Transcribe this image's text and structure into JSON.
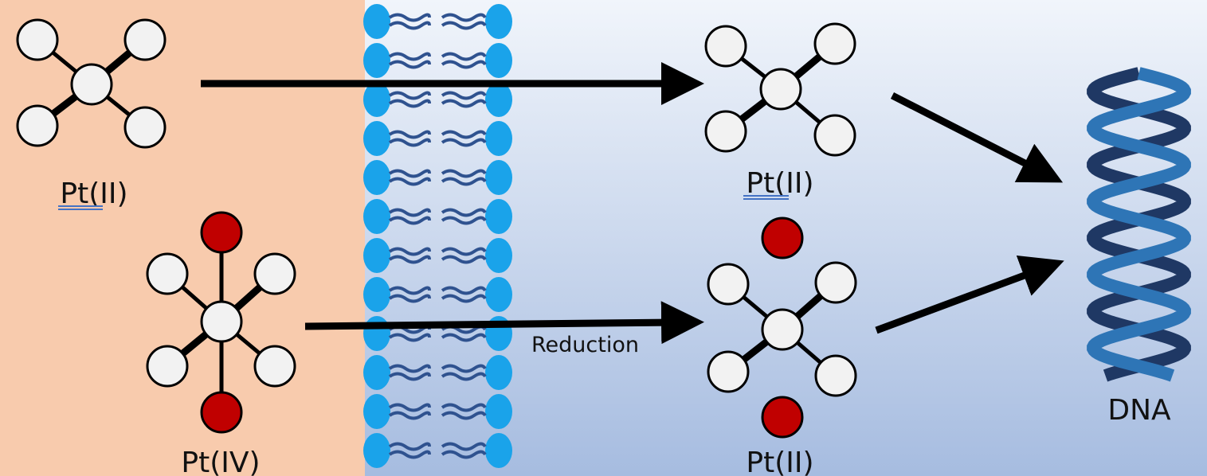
{
  "labels": {
    "outside_pt2": "Pt(II)",
    "outside_pt4": "Pt(IV)",
    "inside_pt2_top": "Pt(II)",
    "inside_pt2_bottom": "Pt(II)",
    "reduction": "Reduction",
    "dna": "DNA"
  },
  "colors": {
    "extracellular_bg": "#f8cbad",
    "intracellular_bg_top": "#f1f5fb",
    "intracellular_bg_bottom": "#a6bce0",
    "atom_fill": "#f2f2f2",
    "ligand_axial": "#c00000",
    "lipid_head": "#1aa3ea",
    "lipid_tail": "#2f528f",
    "dna_front": "#2e75b6",
    "dna_back": "#1f3864",
    "arrow": "#000000"
  }
}
